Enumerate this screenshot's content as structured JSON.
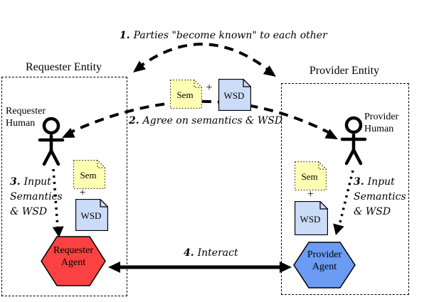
{
  "requester": {
    "entity_label": "Requester Entity",
    "human_label": [
      "Requester",
      "Human"
    ],
    "agent_label": [
      "Requester",
      "Agent"
    ],
    "sem": "Sem",
    "plus": "+",
    "wsd": "WSD"
  },
  "provider": {
    "entity_label": "Provider Entity",
    "human_label": [
      "Provider",
      "Human"
    ],
    "agent_label": [
      "Provider",
      "Agent"
    ],
    "sem": "Sem",
    "plus": "+",
    "wsd": "WSD"
  },
  "center_docs": {
    "sem": "Sem",
    "plus": "+",
    "wsd": "WSD"
  },
  "steps": {
    "s1_num": "1.",
    "s1_text": "Parties \"become known\" to each other",
    "s2_num": "2.",
    "s2_text": "Agree on semantics & WSD",
    "s3_num": "3.",
    "s3_line1": "Input",
    "s3_line2": "Semantics",
    "s3_line3": "& WSD",
    "s4_num": "4.",
    "s4_text": "Interact"
  },
  "colors": {
    "agent_red": "#FB4141",
    "agent_blue": "#6B9BF2",
    "sem_yellow": "#FFFFB3",
    "wsd_blue": "#CBDCF8",
    "line_black": "#000000"
  }
}
